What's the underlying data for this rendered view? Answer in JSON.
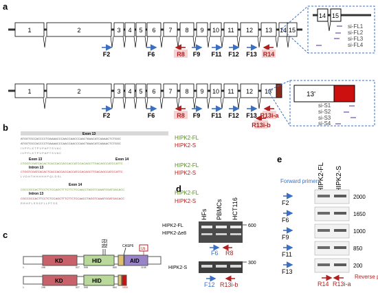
{
  "panels": {
    "a": "a",
    "b": "b",
    "c": "c",
    "d": "d",
    "e": "e"
  },
  "gene_fl": {
    "exons": [
      "1",
      "2",
      "3",
      "4",
      "5",
      "6",
      "7",
      "8",
      "9",
      "10",
      "11",
      "12",
      "13",
      "14",
      "15"
    ],
    "primers_fwd": [
      "F2",
      "F6",
      "F9",
      "F11",
      "F12",
      "F13"
    ],
    "primers_rev": [
      "R8",
      "R14"
    ],
    "zoom_exons": [
      "14",
      "15"
    ],
    "sirnas": [
      "si-FL1",
      "si-FL2",
      "si-FL3",
      "si-FL4"
    ]
  },
  "gene_s": {
    "exons": [
      "1",
      "2",
      "3",
      "4",
      "5",
      "6",
      "7",
      "8",
      "9",
      "10",
      "11",
      "12",
      "13'"
    ],
    "primers_fwd": [
      "F2",
      "F6",
      "F9",
      "F11",
      "F12",
      "F13"
    ],
    "primers_rev": [
      "R8",
      "R13i-a",
      "R13i-b"
    ],
    "zoom_exon": "13'",
    "sirnas": [
      "si-S1",
      "si-S2",
      "si-S3",
      "si-S4"
    ]
  },
  "panel_b": {
    "headers": [
      "Exon 13",
      "Exon 13",
      "Exon 14",
      "Intron 13",
      "Exon 14",
      "Intron 13"
    ],
    "labels": [
      "HIPK2-FL",
      "HIPK2-S",
      "HIPK2-FL",
      "HIPK2-S",
      "HIPK2-FL",
      "HIPK2-S"
    ],
    "seq1": "ATGGTGCCACCCCTGAAAACCCAACCAACCCAACTAAACATCAAAACTCTGGC",
    "aa1": "I V P F L K T P V P A P T S V A C",
    "seq2": "CTGGTCGATCACACTCACCACCACCACCATCCACAGCTTGACAGCCATCCATTC",
    "aa2": "L V D H T H H H H H P Q L D S L",
    "seq3": "CGCCGCCACTTCCTCTCCAGCTTTCTTCTCCAACCTAGGTCAAATGGATGACACC",
    "aa3": "R R H F L S S S F L L P T S S"
  },
  "panel_c": {
    "domains_fl": [
      "KD",
      "HID",
      "AID"
    ],
    "domains_s": [
      "KD",
      "HID"
    ],
    "ticks_fl": [
      "1",
      "198",
      "527",
      "598",
      "865",
      "1198"
    ],
    "ticks_s": [
      "1",
      "198",
      "527",
      "598",
      "864",
      "1016"
    ],
    "sites": [
      "NLS1",
      "NLS2",
      "CASP6",
      "Ub"
    ]
  },
  "panel_d": {
    "lanes": [
      "HFs",
      "PBMCs",
      "HCT116"
    ],
    "band_labels": [
      "HIPK2-FL",
      "HIPK2-Δe8",
      "HIPK2-S"
    ],
    "sizes": [
      "600",
      "300"
    ],
    "primers_top": [
      "F6",
      "R8"
    ],
    "primers_bottom": [
      "F12",
      "R13i-b"
    ]
  },
  "panel_e": {
    "lanes": [
      "HIPK2-FL",
      "HIPK2-S"
    ],
    "forward_label": "Forward primers",
    "reverse_label": "Reverse primers",
    "rows": [
      {
        "primer": "F2",
        "size": "2000"
      },
      {
        "primer": "F6",
        "size": "1650"
      },
      {
        "primer": "F9",
        "size": "1000"
      },
      {
        "primer": "F11",
        "size": "850"
      },
      {
        "primer": "F13",
        "size": "200"
      }
    ],
    "reverse_primers": [
      "R14",
      "R13i-a"
    ]
  },
  "colors": {
    "primer_fwd": "#3a6fc4",
    "primer_rev": "#b02020",
    "exon_fl": "#7a9a3a",
    "exon_s": "#b03030",
    "kd": "#c8616a",
    "hid": "#b8d99a",
    "aid": "#9a84c8"
  }
}
